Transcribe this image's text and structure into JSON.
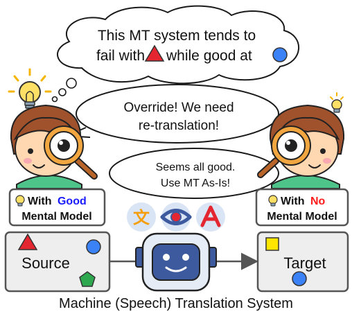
{
  "thought_cloud": {
    "line1": "This MT system tends to",
    "line2_prefix": "fail with",
    "line2_mid": "while good at",
    "fail_shape": "red-triangle",
    "good_shape": "blue-circle"
  },
  "left_bubble": {
    "line1": "Override! We need",
    "line2": "re-translation!"
  },
  "right_bubble": {
    "line1": "Seems all good.",
    "line2": "Use MT As-Is!"
  },
  "left_badge": {
    "prefix": "With",
    "emphasis": "Good",
    "line2": "Mental Model",
    "emphasis_color": "#1a1aff"
  },
  "right_badge": {
    "prefix": "With",
    "emphasis": "No",
    "line2": "Mental Model",
    "emphasis_color": "#ff1a1a"
  },
  "source": {
    "label": "Source",
    "shapes": [
      "red-triangle",
      "blue-circle",
      "green-pentagon"
    ]
  },
  "target": {
    "label": "Target",
    "shapes": [
      "yellow-square",
      "blue-circle"
    ]
  },
  "service_icons": [
    "translate-icon",
    "speech-recognition-icon",
    "font-icon"
  ],
  "footer": {
    "caption": "Machine (Speech) Translation System"
  },
  "colors": {
    "red": "#e3262f",
    "blue": "#3b82f6",
    "green": "#2ea84f",
    "yellow": "#ffe600",
    "box_fill": "#eeeeee",
    "robot_blue": "#3d5a9e"
  }
}
